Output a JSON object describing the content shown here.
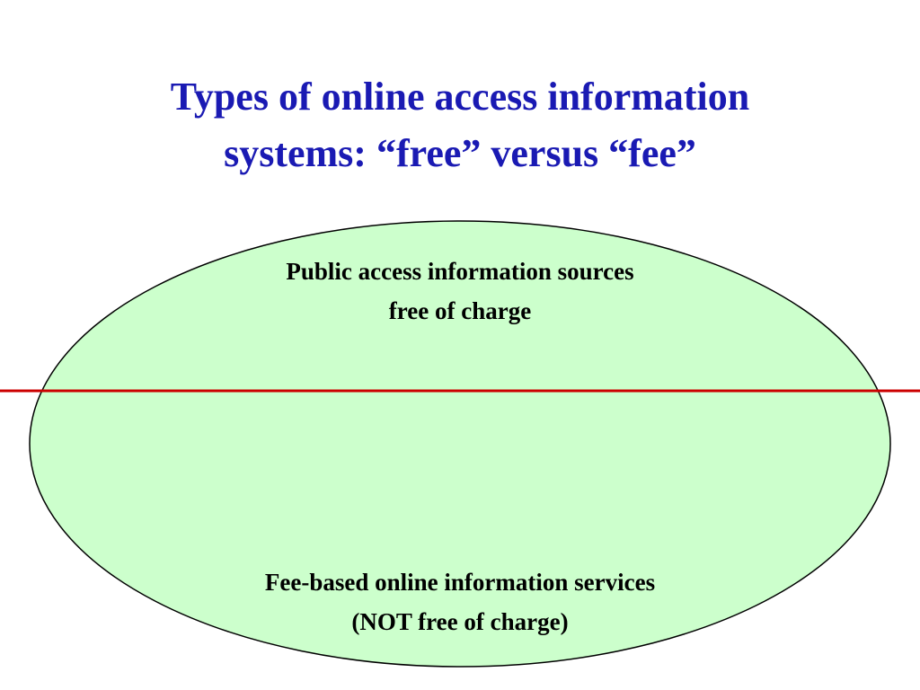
{
  "title": {
    "line1": "Types of online access information",
    "line2": "systems: “free” versus “fee”"
  },
  "diagram": {
    "top_label": {
      "line1": "Public access information sources",
      "line2": "free of charge"
    },
    "bottom_label": {
      "line1": "Fee-based online information services",
      "line2": "(NOT free of charge)"
    },
    "colors": {
      "title": "#1a1ab3",
      "ellipse_fill": "#ccffcc",
      "ellipse_stroke": "#000000",
      "divider": "#cc0000"
    }
  }
}
